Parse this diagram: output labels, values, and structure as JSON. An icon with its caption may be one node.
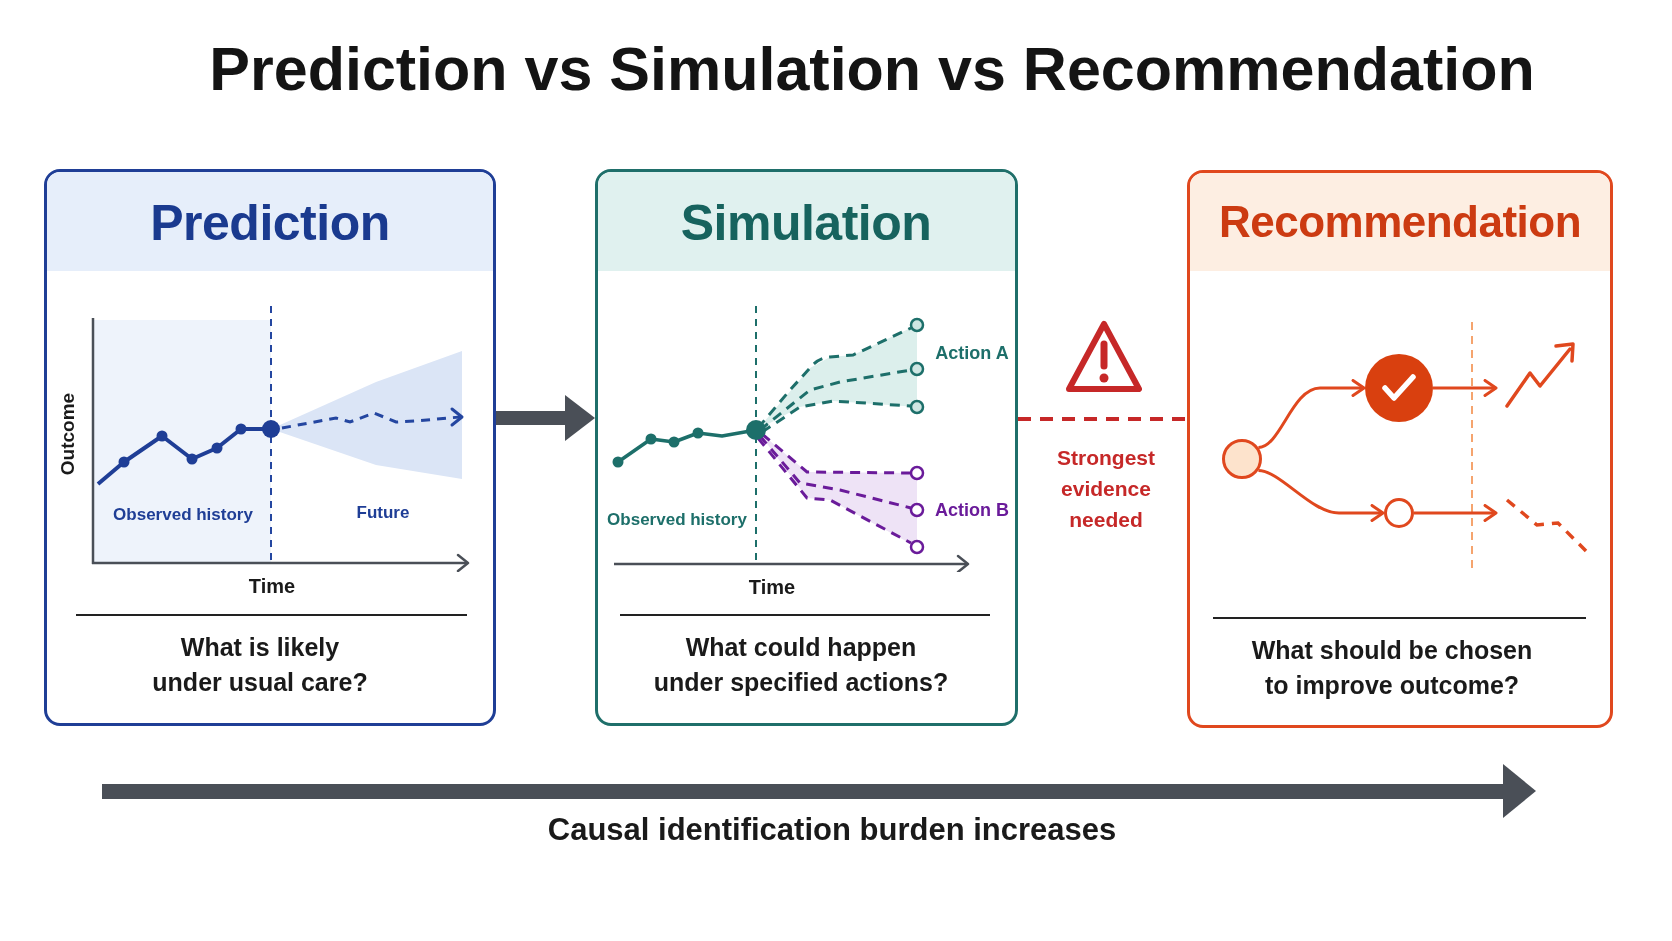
{
  "diagram": {
    "title": "Prediction vs Simulation vs Recommendation",
    "nodes": [
      {
        "text": [
          "Prediction",
          "What is likely under usual care?"
        ]
      },
      {
        "text": [
          "Simulation",
          "What could happen under specified actions?"
        ]
      },
      {
        "text": [
          "Recommendation",
          "What should be chosen to improve outcome?"
        ]
      },
      {
        "text": [],
        "shape": "circle",
        "in": 2
      },
      {
        "text": [],
        "shape": "circle",
        "in": 2
      },
      {
        "text": [],
        "shape": "circle",
        "in": 2
      }
    ],
    "edges": [
      {
        "from": 0,
        "to": 1,
        "arrow": "to",
        "style": "thick",
        "color": "#4a4f57"
      },
      {
        "from": 1,
        "to": 2,
        "arrow": "none",
        "style": "dashed",
        "color": "#c62828",
        "label": "Strongest evidence needed"
      },
      {
        "from": 3,
        "to": 4,
        "arrow": "to"
      },
      {
        "from": 3,
        "to": 5,
        "arrow": "to"
      },
      {
        "from": 4,
        "to": null,
        "arrow": "to"
      },
      {
        "from": 5,
        "to": null,
        "arrow": "to"
      }
    ],
    "labels": [
      "Outcome",
      "Observed history",
      "Future",
      "Time",
      "Action A",
      "Action B",
      "Observed history",
      "Time",
      "Causal identification burden increases"
    ]
  }
}
